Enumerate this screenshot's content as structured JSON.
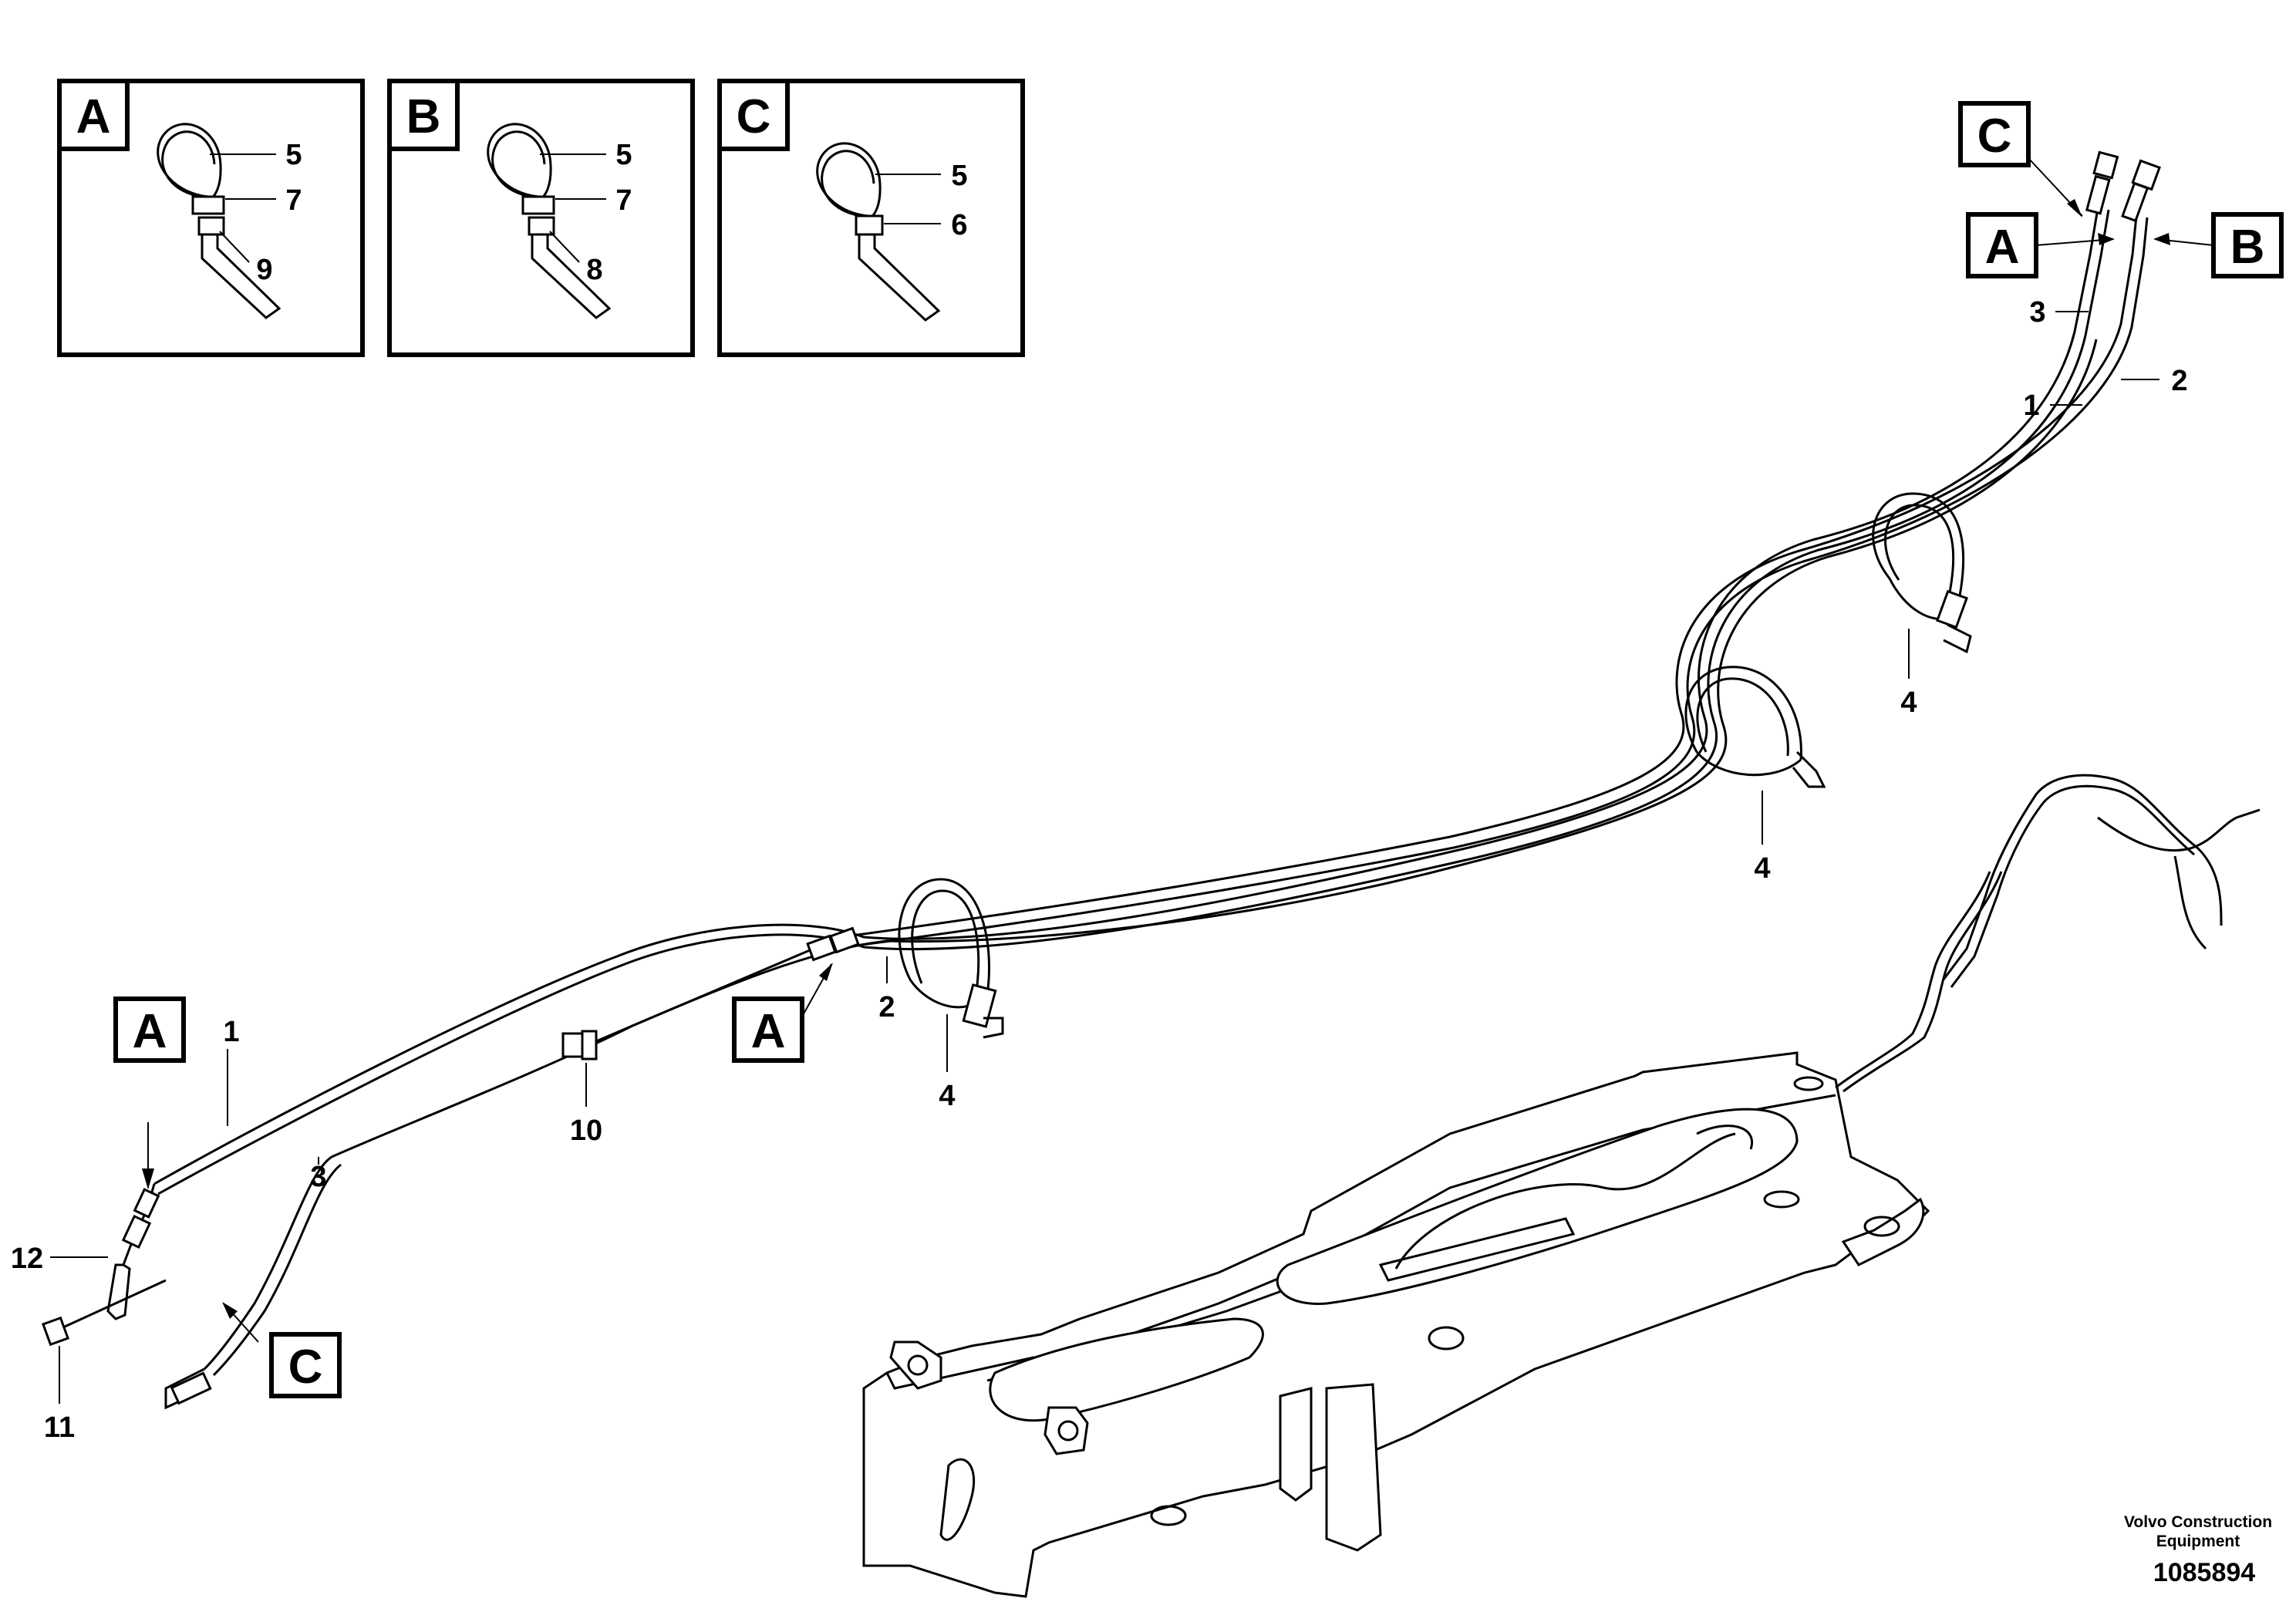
{
  "detail_boxes": [
    {
      "letter": "A",
      "part_labels": [
        "5",
        "7",
        "9"
      ]
    },
    {
      "letter": "B",
      "part_labels": [
        "5",
        "7",
        "8"
      ]
    },
    {
      "letter": "C",
      "part_labels": [
        "5",
        "6"
      ]
    }
  ],
  "callouts": {
    "top_right": [
      "C",
      "A",
      "B"
    ],
    "middle": "A",
    "left": "A",
    "bottom_left": "C"
  },
  "part_labels": {
    "hose_3_top": "3",
    "hose_1_top": "1",
    "hose_2_top": "2",
    "strap_4_right": "4",
    "strap_4_mid": "4",
    "strap_4_left": "4",
    "hose_2_mid": "2",
    "hose_1_left": "1",
    "hose_3_left": "3",
    "plug_10": "10",
    "fitting_12": "12",
    "plug_11": "11"
  },
  "footer": {
    "credit_line1": "Volvo Construction",
    "credit_line2": "Equipment",
    "doc_number": "1085894"
  }
}
